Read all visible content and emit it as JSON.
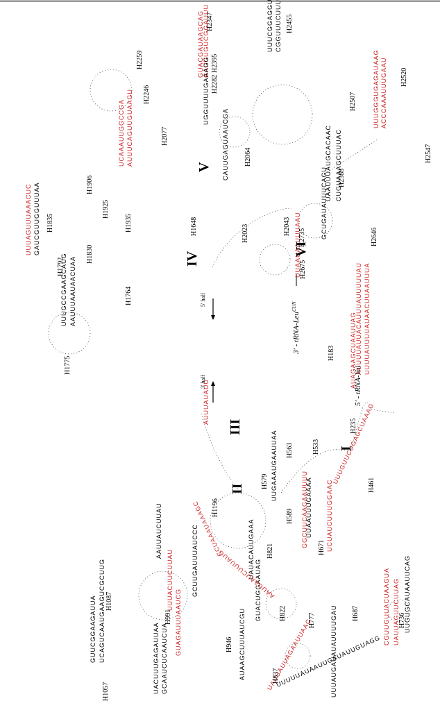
{
  "colors": {
    "default": "#000000",
    "highlight": "#cc1f1f",
    "line": "#000000"
  },
  "domain_labels": [
    "I",
    "II",
    "III",
    "IV",
    "V",
    "VI"
  ],
  "helix_labels": [
    "H183",
    "H235",
    "H461",
    "H533",
    "H563",
    "H579",
    "H589",
    "H671",
    "H687",
    "H736",
    "H777",
    "H821",
    "H822",
    "H837",
    "H946",
    "H991",
    "H1057",
    "H1087",
    "H1196",
    "H1648",
    "H1764",
    "H1775",
    "H1792",
    "H1830",
    "H1835",
    "H1906",
    "H1925",
    "H1935",
    "H2023",
    "H2043",
    "H2064",
    "H2077",
    "H2246",
    "H2259",
    "H2282",
    "H2347",
    "H2395",
    "H2455",
    "H2507",
    "H2520",
    "H2547",
    "H2588",
    "H2646",
    "H2675",
    "H2735"
  ],
  "half_labels": {
    "five_prime": "5' half",
    "three_prime": "3' half"
  },
  "trna_labels": {
    "leu": "3' - tRNA-Leu",
    "leu_superscript": "CUN",
    "val": "5' - tRNA-Val"
  },
  "sequence_fragments": [
    "UUUUAUUUUAUAACUUAAUUUA",
    "AUUUUAUUACAUUUAUUUUUAU",
    "UUUUUAUAAUUGAUAUUGUAGG",
    "AUUUAUAUU",
    "UUUGUUCUGAGCUAAAG",
    "UUGAAAUGAAUUAA",
    "GGCUUCAAGAAUUUU",
    "UUAAUUUGAAAA",
    "CCUAAAUAAAGC",
    "UAUACAUUGAAA",
    "GUACUGGAAUAG",
    "AAUUAAUCUUUAUG",
    "UCAGUCAAUGAAGUCGCUUG",
    "GUUCGGAAGAUUA",
    "GUAGAUUUAAUCG",
    "AAUUAUCUUAU",
    "UUUACUUCUUAU",
    "GCUUGAUUUAUCCC",
    "UUUAUGAUAUAUUUUGAU",
    "UCUAUCUUUGGAAC",
    "CGUUGUUACUAAGUA",
    "UAUUAGUUCUUAG",
    "UUGUGCAUAAUUCAG",
    "AUAAGCUUUAUCGU",
    "UAUUAUUAGAAUUAAC",
    "GCAAUCUCAAUCUA",
    "UACUUUGAGAUUAA",
    "AAUUUAAUAACUAA",
    "UUUGCCGAAGCAUG",
    "GAUCGUUGGUUUAA",
    "UUUAGUUUAAACUC",
    "UUUCGGAGGUUCUU",
    "CGGUUUCUUUAAGGAU",
    "GUACGAUAAGCAG",
    "GAUUUGUCGGAUUU",
    "UGGUUUUGAAAGG",
    "UCAAAUUGGCCGA",
    "AUUUCAGUUGUAAGU",
    "CAUUGAGUAAUCGA",
    "UUUGGGUGAGAUAAG",
    "ACCCAAAUUUGAAU",
    "CUGUAAAGCUUUAC",
    "UAAUUUAUGCACAAC",
    "GCUGAUAUUUCAGU",
    "UUAAUAAUUUAAU",
    "AUAGAAGCUAAUUAG"
  ]
}
